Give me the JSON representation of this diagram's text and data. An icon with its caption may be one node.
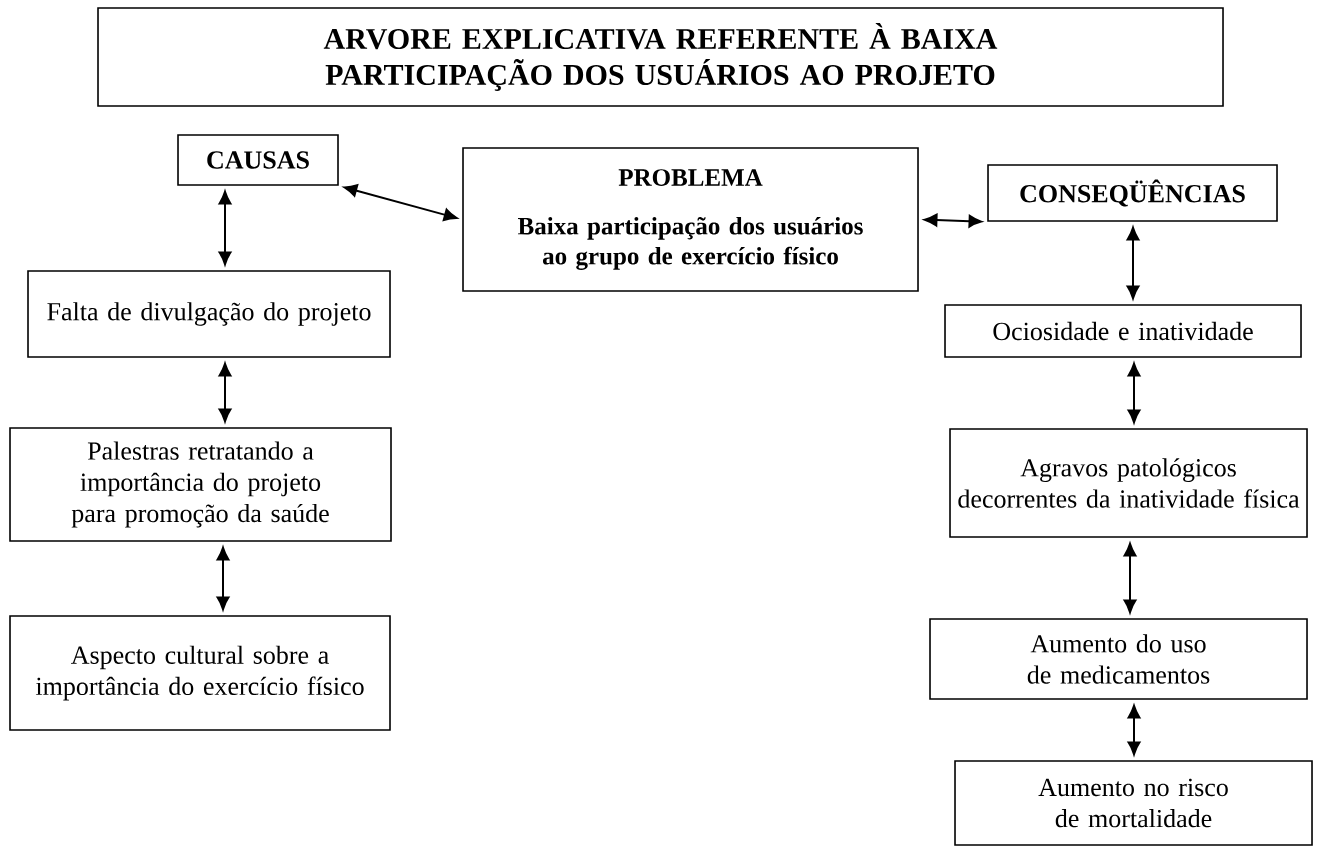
{
  "diagram": {
    "nodes": [
      {
        "text": [
          "ARVORE EXPLICATIVA REFERENTE À BAIXA PARTICIPAÇÃO DOS USUÁRIOS AO PROJETO"
        ]
      },
      {
        "text": [
          "CAUSAS"
        ]
      },
      {
        "text": [
          "PROBLEMA",
          "Baixa participação dos usuários ao grupo de exercício físico"
        ]
      },
      {
        "text": [
          "CONSEQÜÊNCIAS"
        ]
      },
      {
        "text": [
          "Falta de divulgação do projeto"
        ]
      },
      {
        "text": [
          "Palestras retratando a importância do projeto para promoção da saúde"
        ]
      },
      {
        "text": [
          "Aspecto cultural sobre a importância do exercício físico"
        ]
      },
      {
        "text": [
          "Ociosidade e inatividade"
        ]
      },
      {
        "text": [
          "Agravos patológicos decorrentes da inatividade física"
        ]
      },
      {
        "text": [
          "Aumento do uso de medicamentos"
        ]
      },
      {
        "text": [
          "Aumento no risco de mortalidade"
        ]
      }
    ],
    "edges": [
      {
        "from": 1,
        "to": 2,
        "arrow": "both"
      },
      {
        "from": 2,
        "to": 3,
        "arrow": "both"
      },
      {
        "from": 1,
        "to": 4,
        "arrow": "both"
      },
      {
        "from": 4,
        "to": 5,
        "arrow": "both"
      },
      {
        "from": 5,
        "to": 6,
        "arrow": "both"
      },
      {
        "from": 3,
        "to": 7,
        "arrow": "both"
      },
      {
        "from": 7,
        "to": 8,
        "arrow": "both"
      },
      {
        "from": 8,
        "to": 9,
        "arrow": "both"
      },
      {
        "from": 9,
        "to": 10,
        "arrow": "both"
      }
    ]
  }
}
